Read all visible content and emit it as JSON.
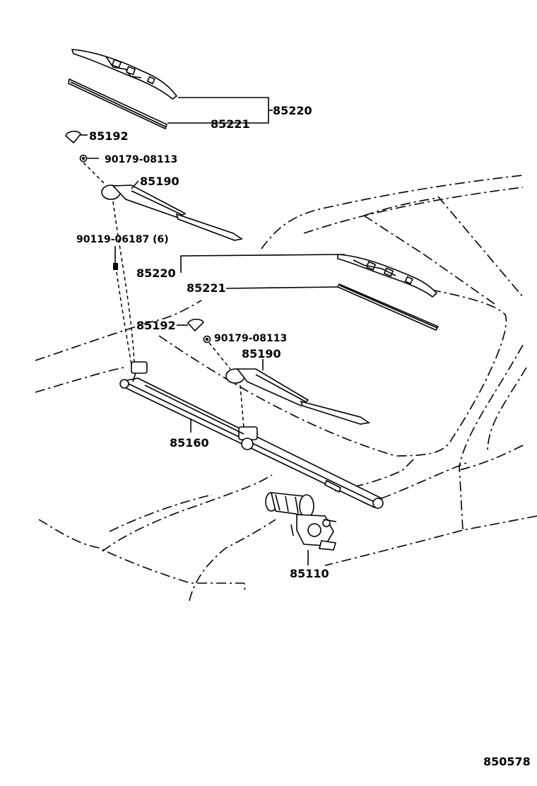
{
  "labels": {
    "blade_assy_upper": "85220",
    "blade_rubber_upper": "85221",
    "cap_upper": "85192",
    "nut_upper": "90179-08113",
    "arm_upper": "85190",
    "bolt": "90119-06187 (6)",
    "blade_assy_lower": "85220",
    "blade_rubber_lower": "85221",
    "cap_lower": "85192",
    "nut_lower": "90179-08113",
    "arm_lower": "85190",
    "link": "85160",
    "motor": "85110"
  },
  "diagram_number": "850578"
}
